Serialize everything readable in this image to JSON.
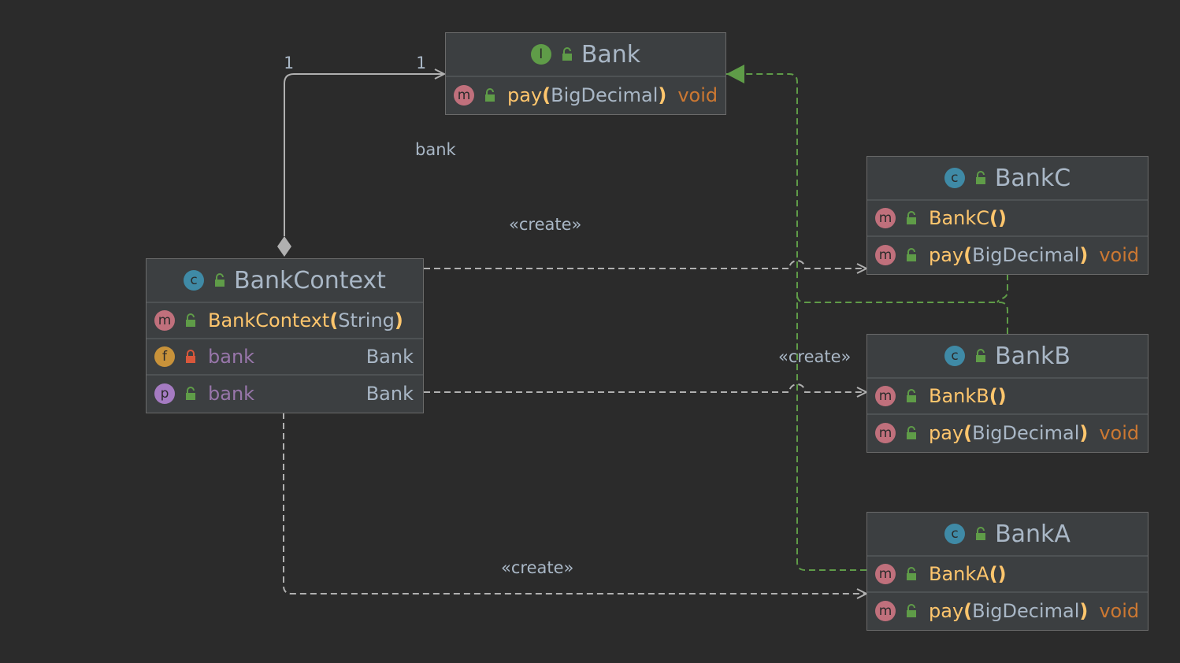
{
  "colors": {
    "background": "#2b2b2b",
    "node_fill": "#3c3f41",
    "method_name": "#ffc66d",
    "return_type": "#cc7832",
    "field_name": "#9876aa",
    "text": "#a9b7c6",
    "realization": "#5f9c48",
    "dependency": "#b0b0b0"
  },
  "nodes": {
    "bank": {
      "kind_badge": "I",
      "title": "Bank",
      "methods": [
        {
          "badge": "m",
          "name": "pay",
          "open": "(",
          "param": "BigDecimal",
          "close": ")",
          "ret": "void"
        }
      ]
    },
    "bankContext": {
      "kind_badge": "c",
      "title": "BankContext",
      "ctor": {
        "badge": "m",
        "name": "BankContext",
        "open": "(",
        "param": "String",
        "close": ")"
      },
      "fields": [
        {
          "badge": "f",
          "name": "bank",
          "type": "Bank",
          "access": "private"
        },
        {
          "badge": "p",
          "name": "bank",
          "type": "Bank",
          "access": "public"
        }
      ]
    },
    "bankC": {
      "kind_badge": "c",
      "title": "BankC",
      "ctor": {
        "badge": "m",
        "name": "BankC",
        "open": "(",
        "param": "",
        "close": ")"
      },
      "method": {
        "badge": "m",
        "name": "pay",
        "open": "(",
        "param": "BigDecimal",
        "close": ")",
        "ret": "void"
      }
    },
    "bankB": {
      "kind_badge": "c",
      "title": "BankB",
      "ctor": {
        "badge": "m",
        "name": "BankB",
        "open": "(",
        "param": "",
        "close": ")"
      },
      "method": {
        "badge": "m",
        "name": "pay",
        "open": "(",
        "param": "BigDecimal",
        "close": ")",
        "ret": "void"
      }
    },
    "bankA": {
      "kind_badge": "c",
      "title": "BankA",
      "ctor": {
        "badge": "m",
        "name": "BankA",
        "open": "(",
        "param": "",
        "close": ")"
      },
      "method": {
        "badge": "m",
        "name": "pay",
        "open": "(",
        "param": "BigDecimal",
        "close": ")",
        "ret": "void"
      }
    }
  },
  "edges": {
    "association": {
      "label": "bank",
      "source_multiplicity": "1",
      "target_multiplicity": "1"
    },
    "create_c": {
      "label": "«create»"
    },
    "create_b": {
      "label": "«create»"
    },
    "create_a": {
      "label": "«create»"
    }
  }
}
